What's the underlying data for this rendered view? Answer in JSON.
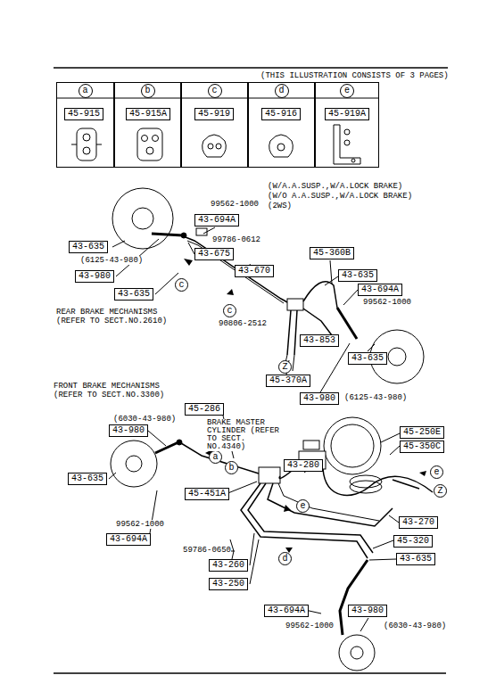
{
  "diagram": {
    "nodes": [
      {
        "text": [
          "a"
        ]
      },
      {
        "text": [
          "45-915"
        ],
        "in": 0
      },
      {
        "text": [
          "b"
        ]
      },
      {
        "text": [
          "45-915A"
        ],
        "in": 2
      },
      {
        "text": [
          "c"
        ]
      },
      {
        "text": [
          "45-919"
        ],
        "in": 4
      },
      {
        "text": [
          "d"
        ]
      },
      {
        "text": [
          "45-916"
        ],
        "in": 6
      },
      {
        "text": [
          "e"
        ]
      },
      {
        "text": [
          "45-919A"
        ],
        "in": 8
      },
      {
        "text": [
          "43-694A"
        ]
      },
      {
        "text": [
          "43-635"
        ]
      },
      {
        "text": [
          "43-675"
        ]
      },
      {
        "text": [
          "45-360B"
        ]
      },
      {
        "text": [
          "43-670"
        ]
      },
      {
        "text": [
          "43-980"
        ]
      },
      {
        "text": [
          "43-635"
        ]
      },
      {
        "text": [
          "c"
        ]
      },
      {
        "text": [
          "43-694A"
        ]
      },
      {
        "text": [
          "43-635"
        ]
      },
      {
        "text": [
          "c"
        ]
      },
      {
        "text": [
          "43-853"
        ]
      },
      {
        "text": [
          "43-635"
        ]
      },
      {
        "text": [
          "Z"
        ]
      },
      {
        "text": [
          "45-370A"
        ]
      },
      {
        "text": [
          "43-980"
        ]
      },
      {
        "text": [
          "45-286"
        ]
      },
      {
        "text": [
          "43-980"
        ]
      },
      {
        "text": [
          "45-250E"
        ]
      },
      {
        "text": [
          "a"
        ]
      },
      {
        "text": [
          "45-350C"
        ]
      },
      {
        "text": [
          "b"
        ]
      },
      {
        "text": [
          "43-280"
        ]
      },
      {
        "text": [
          "e"
        ]
      },
      {
        "text": [
          "43-635"
        ]
      },
      {
        "text": [
          "Z"
        ]
      },
      {
        "text": [
          "45-451A"
        ]
      },
      {
        "text": [
          "e"
        ]
      },
      {
        "text": [
          "43-270"
        ]
      },
      {
        "text": [
          "43-694A"
        ]
      },
      {
        "text": [
          "45-320"
        ]
      },
      {
        "text": [
          "43-635"
        ]
      },
      {
        "text": [
          "d"
        ]
      },
      {
        "text": [
          "43-260"
        ]
      },
      {
        "text": [
          "43-250"
        ]
      },
      {
        "text": [
          "43-694A"
        ]
      },
      {
        "text": [
          "43-980"
        ]
      }
    ],
    "labels": [
      "(THIS ILLUSTRATION CONSISTS OF 3 PAGES)",
      "(W/A.A.SUSP.,W/A.LOCK BRAKE)",
      "(W/O A.A.SUSP.,W/A.LOCK BRAKE)",
      "(2WS)",
      "99562-1000",
      "99786-0612",
      "(6125-43-980)",
      "90806-2512",
      "99562-1000",
      "REAR BRAKE MECHANISMS (REFER TO SECT.NO.2610)",
      "(6125-43-980)",
      "FRONT BRAKE MECHANISMS (REFER TO SECT.NO.3300)",
      "(6030-43-980)",
      "BRAKE MASTER CYLINDER (REFER TO SECT. NO.4340)",
      "99562-1000",
      "59786-0650",
      "99562-1000",
      "(6030-43-980)"
    ]
  }
}
